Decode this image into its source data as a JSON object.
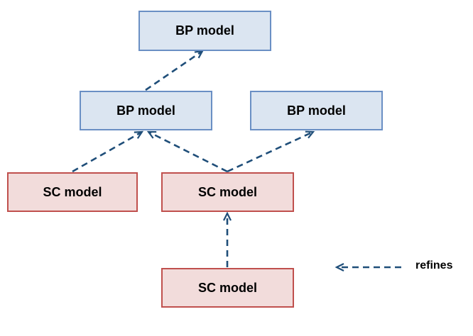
{
  "nodes": {
    "bp_top": "BP model",
    "bp_mid_left": "BP model",
    "bp_mid_right": "BP model",
    "sc_left": "SC model",
    "sc_mid": "SC model",
    "sc_bottom": "SC model"
  },
  "edges": [
    {
      "from": "bp_mid_left",
      "to": "bp_top",
      "relation": "refines"
    },
    {
      "from": "sc_left",
      "to": "bp_mid_left",
      "relation": "refines"
    },
    {
      "from": "sc_mid",
      "to": "bp_mid_left",
      "relation": "refines"
    },
    {
      "from": "sc_mid",
      "to": "bp_mid_right",
      "relation": "refines"
    },
    {
      "from": "sc_bottom",
      "to": "sc_mid",
      "relation": "refines"
    }
  ],
  "legend": {
    "label": "refines"
  },
  "colors": {
    "bp_fill": "#dbe5f1",
    "bp_border": "#6a8fc4",
    "sc_fill": "#f2dcdb",
    "sc_border": "#c0504d",
    "arrow": "#1f4e79"
  }
}
